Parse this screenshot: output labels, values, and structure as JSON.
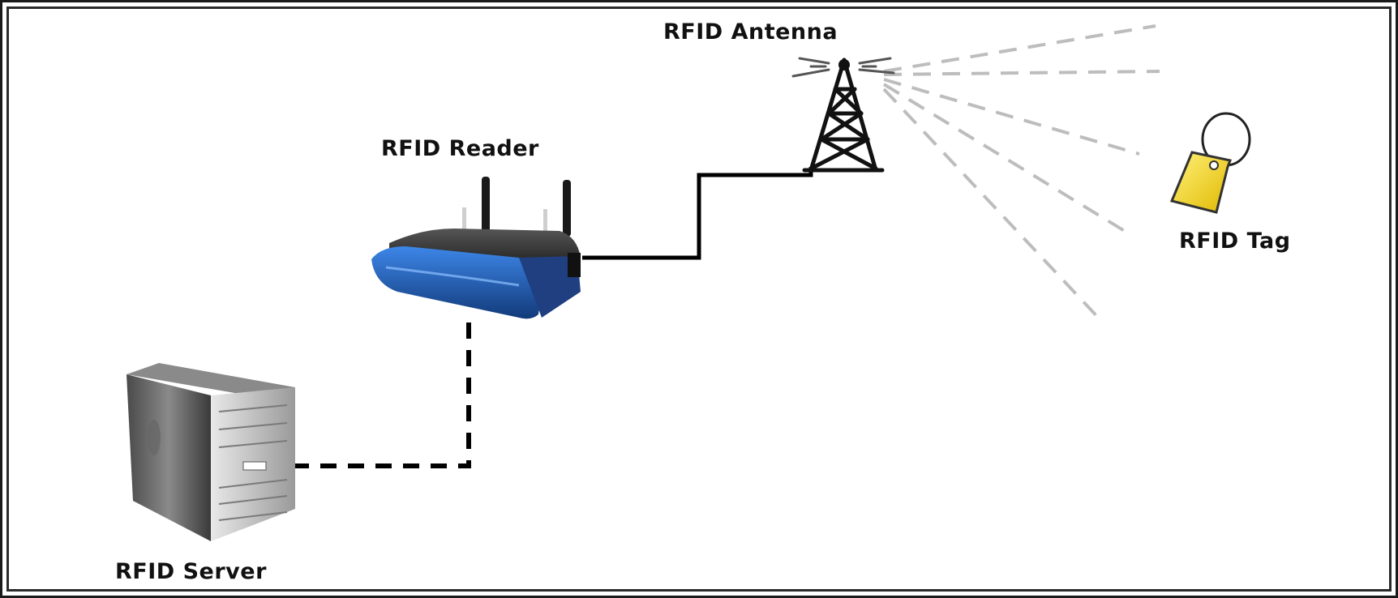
{
  "diagram": {
    "antenna_label": "RFID Antenna",
    "reader_label": "RFID Reader",
    "tag_label": "RFID Tag",
    "server_label": "RFID Server"
  },
  "colors": {
    "frame": "#1a1a1a",
    "wire": "#000000",
    "signal": "#b8b8b8",
    "reader_blue": "#1f5fbf",
    "reader_dark": "#222222",
    "tag_yellow": "#f2d21a",
    "server_gray": "#6d6d6d"
  },
  "icons": [
    "rfid-antenna-tower-icon",
    "rfid-reader-router-icon",
    "rfid-tag-icon",
    "rfid-server-tower-icon"
  ]
}
